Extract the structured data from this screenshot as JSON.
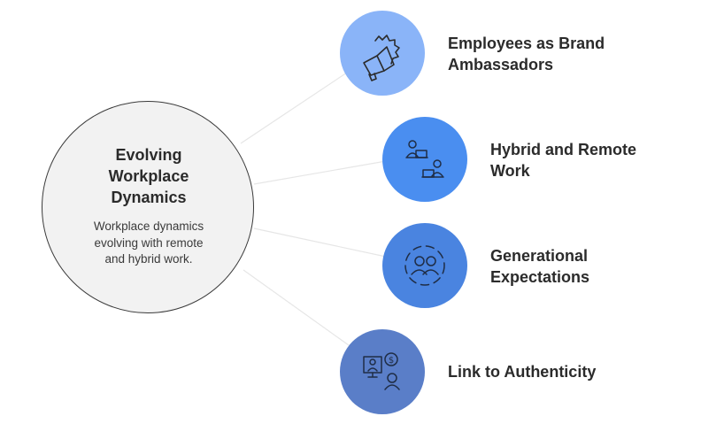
{
  "hub": {
    "title": "Evolving\nWorkplace\nDynamics",
    "description": "Workplace dynamics\nevolving with remote\nand hybrid work."
  },
  "nodes": [
    {
      "label": "Employees as Brand\nAmbassadors",
      "color": "#8ab4f8",
      "icon": "megaphone-icon"
    },
    {
      "label": "Hybrid and Remote\nWork",
      "color": "#4a8ef0",
      "icon": "remote-workers-icon"
    },
    {
      "label": "Generational\nExpectations",
      "color": "#4a84e0",
      "icon": "people-group-icon"
    },
    {
      "label": "Link to Authenticity",
      "color": "#5a7ec8",
      "icon": "video-call-money-icon"
    }
  ]
}
